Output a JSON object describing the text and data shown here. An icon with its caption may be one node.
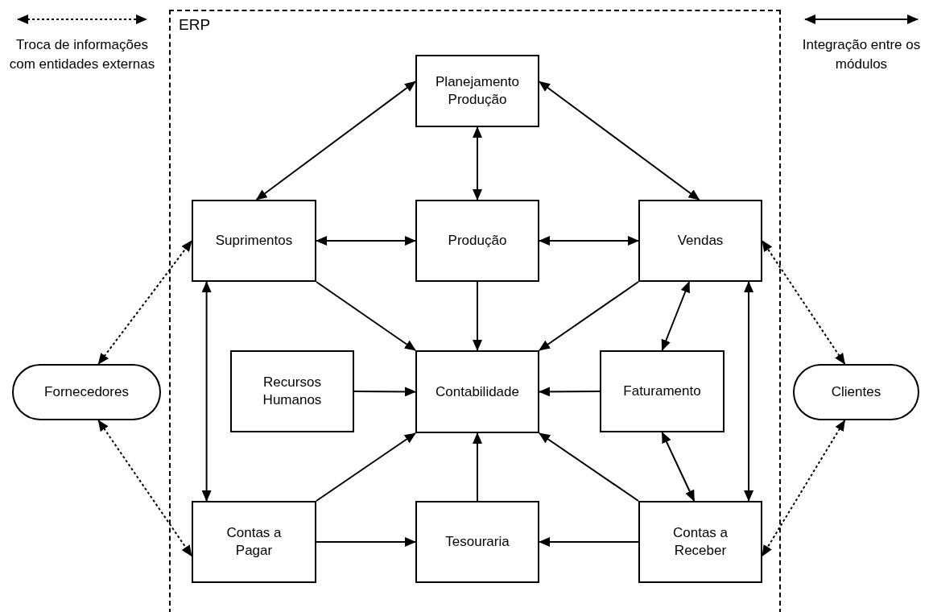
{
  "diagram": {
    "nodes": [
      {
        "text": [
          "ERP"
        ]
      },
      {
        "text": [
          "Planejamento Produção"
        ],
        "in": 0
      },
      {
        "text": [
          "Suprimentos"
        ],
        "in": 0
      },
      {
        "text": [
          "Produção"
        ],
        "in": 0
      },
      {
        "text": [
          "Vendas"
        ],
        "in": 0
      },
      {
        "text": [
          "Recursos Humanos"
        ],
        "in": 0
      },
      {
        "text": [
          "Contabilidade"
        ],
        "in": 0
      },
      {
        "text": [
          "Faturamento"
        ],
        "in": 0
      },
      {
        "text": [
          "Contas a Pagar"
        ],
        "in": 0
      },
      {
        "text": [
          "Tesouraria"
        ],
        "in": 0
      },
      {
        "text": [
          "Contas a Receber"
        ],
        "in": 0
      },
      {
        "text": [
          "Fornecedores"
        ]
      },
      {
        "text": [
          "Clientes"
        ]
      }
    ],
    "edges": [
      {
        "from": 1,
        "to": 2,
        "arrow": "both"
      },
      {
        "from": 1,
        "to": 3,
        "arrow": "both"
      },
      {
        "from": 1,
        "to": 4,
        "arrow": "both"
      },
      {
        "from": 2,
        "to": 3,
        "arrow": "both"
      },
      {
        "from": 3,
        "to": 4,
        "arrow": "both"
      },
      {
        "from": 2,
        "to": 6,
        "arrow": "to"
      },
      {
        "from": 3,
        "to": 6,
        "arrow": "to"
      },
      {
        "from": 4,
        "to": 6,
        "arrow": "to"
      },
      {
        "from": 5,
        "to": 6,
        "arrow": "to"
      },
      {
        "from": 7,
        "to": 6,
        "arrow": "to"
      },
      {
        "from": 4,
        "to": 7,
        "arrow": "both"
      },
      {
        "from": 2,
        "to": 8,
        "arrow": "both"
      },
      {
        "from": 4,
        "to": 10,
        "arrow": "both"
      },
      {
        "from": 7,
        "to": 10,
        "arrow": "both"
      },
      {
        "from": 8,
        "to": 6,
        "arrow": "to"
      },
      {
        "from": 9,
        "to": 6,
        "arrow": "to"
      },
      {
        "from": 10,
        "to": 6,
        "arrow": "to"
      },
      {
        "from": 8,
        "to": 9,
        "arrow": "to"
      },
      {
        "from": 10,
        "to": 9,
        "arrow": "to"
      },
      {
        "from": 11,
        "to": 2,
        "arrow": "both",
        "style": "dashed"
      },
      {
        "from": 11,
        "to": 8,
        "arrow": "both",
        "style": "dashed"
      },
      {
        "from": 12,
        "to": 4,
        "arrow": "both",
        "style": "dashed"
      },
      {
        "from": 12,
        "to": 10,
        "arrow": "both",
        "style": "dashed"
      }
    ],
    "legend": [
      {
        "text": "Troca de informações com entidades externas"
      },
      {
        "text": "Integração entre os módulos"
      }
    ]
  }
}
